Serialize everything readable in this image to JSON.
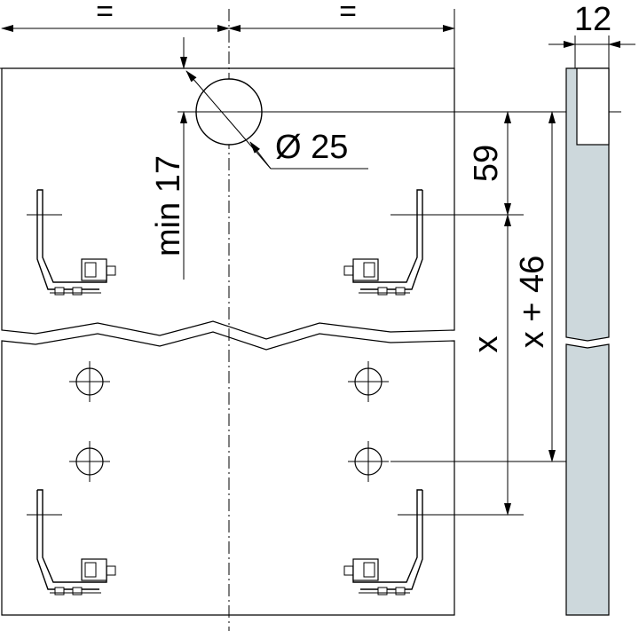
{
  "diagram": {
    "labels": {
      "eq_left": "=",
      "eq_right": "=",
      "thickness": "12",
      "diameter": "Ø 25",
      "min_offset": "min 17",
      "dim_59": "59",
      "dim_x": "x",
      "dim_x46": "x + 46"
    },
    "colors": {
      "ink": "#000000",
      "strip_fill": "#cdd8dc",
      "panel_fill": "#ffffff"
    }
  }
}
